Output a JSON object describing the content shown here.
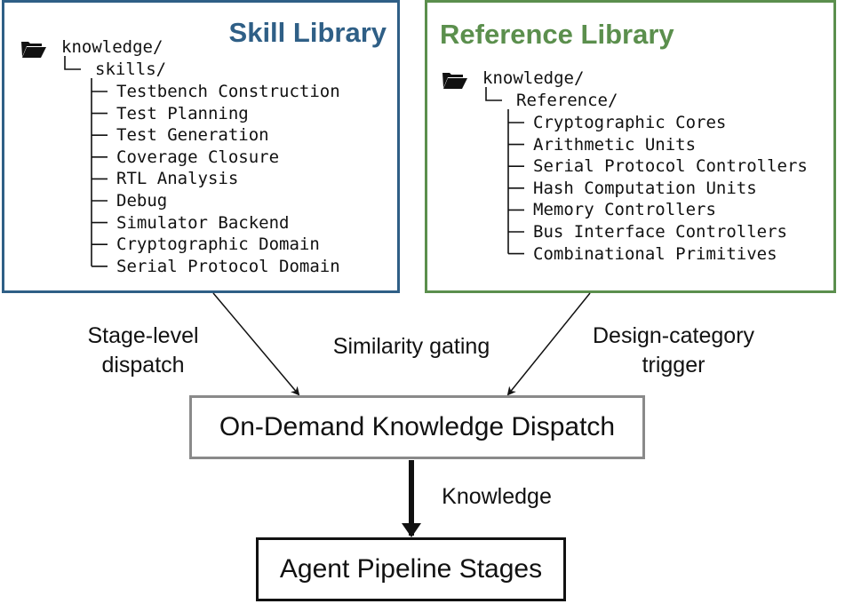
{
  "skill_library": {
    "title": "Skill Library",
    "root": "knowledge/",
    "folder": "skills/",
    "items": [
      "Testbench Construction",
      "Test Planning",
      "Test Generation",
      "Coverage Closure",
      "RTL Analysis",
      "Debug",
      "Simulator Backend",
      "Cryptographic Domain",
      "Serial Protocol Domain"
    ]
  },
  "reference_library": {
    "title": "Reference Library",
    "root": "knowledge/",
    "folder": "Reference/",
    "items": [
      "Cryptographic Cores",
      "Arithmetic Units",
      "Serial Protocol Controllers",
      "Hash Computation Units",
      "Memory Controllers",
      "Bus Interface Controllers",
      "Combinational Primitives"
    ]
  },
  "edges": {
    "left": "Stage-level\ndispatch",
    "middle": "Similarity gating",
    "right": "Design-category\ntrigger",
    "down": "Knowledge"
  },
  "nodes": {
    "dispatch": "On-Demand Knowledge Dispatch",
    "pipeline": "Agent Pipeline Stages"
  },
  "colors": {
    "skill": "#2f5f86",
    "reference": "#5b8f4d",
    "dispatch_border": "#8a8a8a"
  },
  "icons": {
    "folder": "open-folder-icon"
  }
}
